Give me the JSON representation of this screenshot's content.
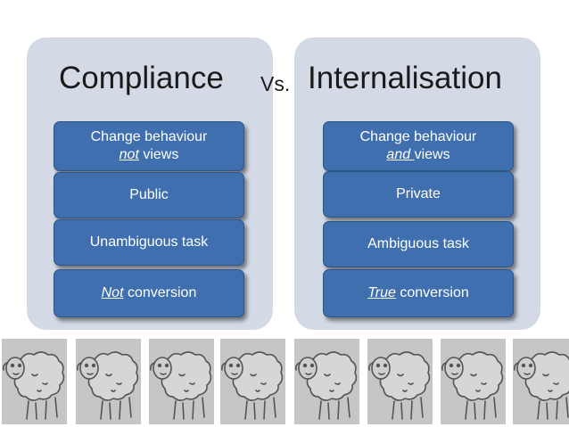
{
  "left": {
    "title": "Compliance",
    "boxes": [
      {
        "line1": "Change behaviour",
        "em": "not",
        "after": " views"
      },
      {
        "text": "Public"
      },
      {
        "text": "Unambiguous task"
      },
      {
        "em": "Not",
        "after": " conversion"
      }
    ]
  },
  "vs": "Vs.",
  "right": {
    "title": "Internalisation",
    "boxes": [
      {
        "line1": "Change behaviour",
        "em": "and ",
        "after": "views"
      },
      {
        "text": "Private"
      },
      {
        "text": "Ambiguous task"
      },
      {
        "em": "True",
        "after": " conversion"
      }
    ]
  },
  "icons": [
    "sheep-icon"
  ],
  "colors": {
    "panel": "#d3d9e5",
    "box": "#3f6fae",
    "box_border": "#2e5488",
    "sheep_bg": "#c6c6c6"
  }
}
